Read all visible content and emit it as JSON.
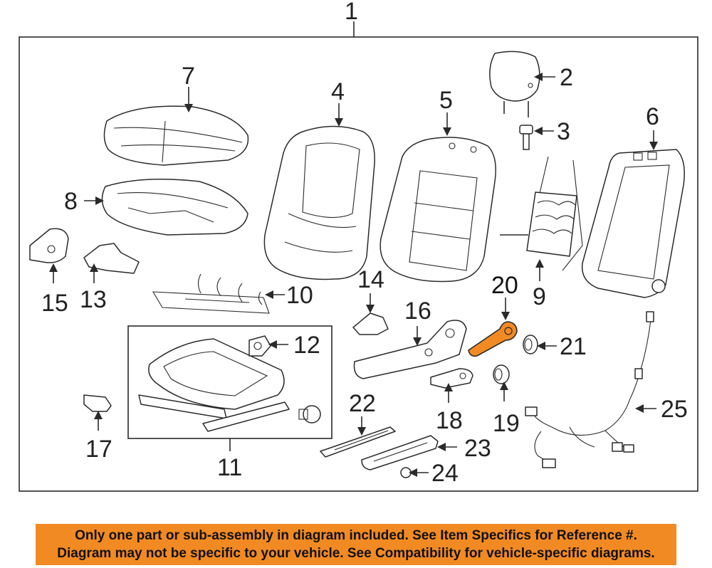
{
  "diagram": {
    "callouts": {
      "c1": "1",
      "c2": "2",
      "c3": "3",
      "c4": "4",
      "c5": "5",
      "c6": "6",
      "c7": "7",
      "c8": "8",
      "c9": "9",
      "c10": "10",
      "c11": "11",
      "c12": "12",
      "c13": "13",
      "c14": "14",
      "c15": "15",
      "c16": "16",
      "c17": "17",
      "c18": "18",
      "c19": "19",
      "c20": "20",
      "c21": "21",
      "c22": "22",
      "c23": "23",
      "c24": "24",
      "c25": "25"
    },
    "highlighted_part": "20",
    "highlight_color": "#f28a23",
    "line_color": "#2a2a2a"
  },
  "banner": {
    "line1": "Only one part or sub-assembly in diagram included. See Item Specifics for Reference #.",
    "line2": "Diagram may not be specific to your vehicle. See Compatibility for vehicle-specific diagrams.",
    "background": "#f28a23"
  }
}
